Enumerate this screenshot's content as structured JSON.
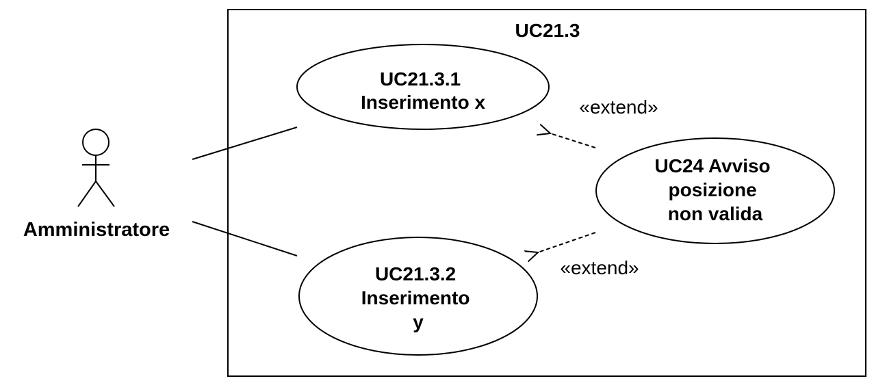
{
  "system": {
    "title": "UC21.3"
  },
  "actor": {
    "name": "Amministratore"
  },
  "use_cases": [
    {
      "lines": [
        "UC21.3.1",
        "Inserimento x"
      ]
    },
    {
      "lines": [
        "UC21.3.2",
        "Inserimento",
        "y"
      ]
    },
    {
      "lines": [
        "UC24 Avviso",
        "posizione",
        "non valida"
      ]
    }
  ],
  "relations": {
    "extend_top": "«extend»",
    "extend_bottom": "«extend»"
  }
}
